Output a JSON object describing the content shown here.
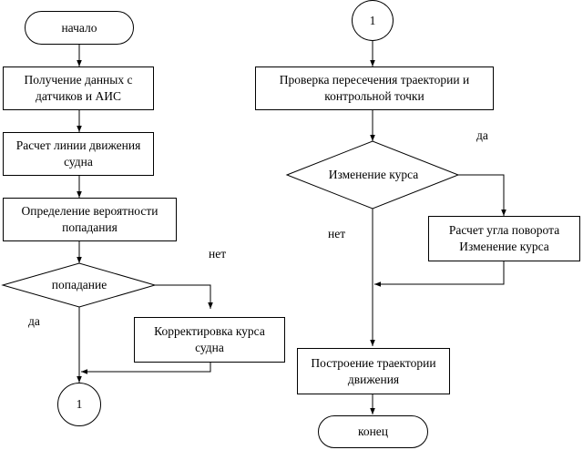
{
  "nodes": {
    "start": "начало",
    "get_data": "Получение данных с датчиков и АИС",
    "calc_line": "Расчет линии движения судна",
    "probability": "Определение вероятности попадания",
    "hit_decision": "попадание",
    "course_correct": "Корректировка курса судна",
    "connector_left": "1",
    "connector_right": "1",
    "check_intersection": "Проверка пересечения траектории и контрольной точки",
    "course_change_decision": "Изменение курса",
    "calc_angle": "Расчет угла поворота Изменение курса",
    "build_trajectory": "Построение траектории движения",
    "end": "конец"
  },
  "edge_labels": {
    "hit_no": "нет",
    "hit_yes": "да",
    "change_yes": "да",
    "change_no": "нет"
  },
  "colors": {
    "stroke": "#000000",
    "background": "#ffffff"
  }
}
